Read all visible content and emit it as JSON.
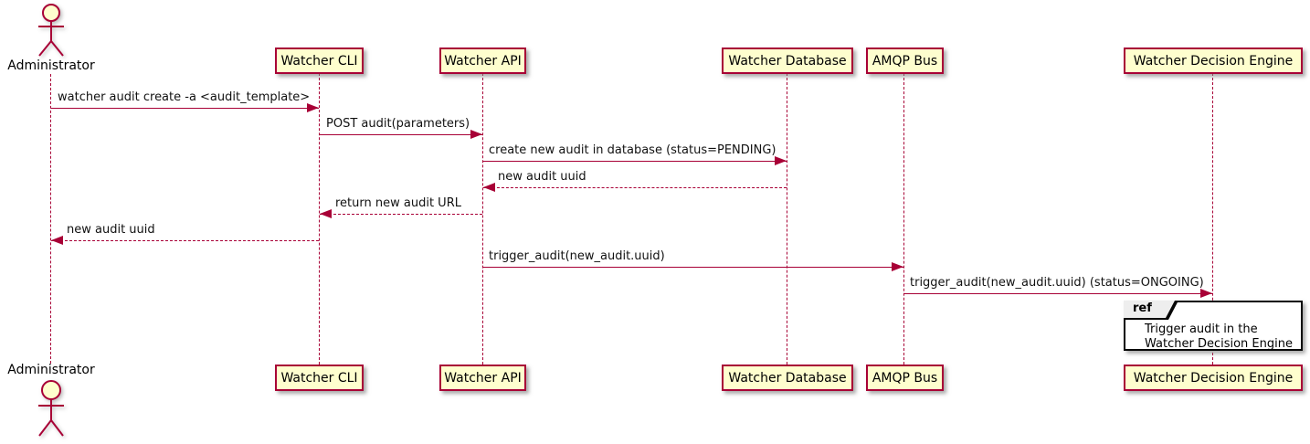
{
  "diagram": {
    "type": "sequence",
    "colors": {
      "participant_fill": "#FEFECE",
      "line_and_border": "#A80036",
      "text": "#000000",
      "ref_tab_fill": "#EEEEEE",
      "ref_border": "#000000",
      "background": "#FFFFFF"
    },
    "actor": {
      "label": "Administrator"
    },
    "participants": [
      {
        "label": "Watcher CLI"
      },
      {
        "label": "Watcher API"
      },
      {
        "label": "Watcher Database"
      },
      {
        "label": "AMQP Bus"
      },
      {
        "label": "Watcher Decision Engine"
      }
    ],
    "messages": [
      {
        "from": "Administrator",
        "to": "Watcher CLI",
        "text": "watcher audit create -a <audit_template>",
        "line": "solid",
        "direction": "right"
      },
      {
        "from": "Watcher CLI",
        "to": "Watcher API",
        "text": "POST audit(parameters)",
        "line": "solid",
        "direction": "right"
      },
      {
        "from": "Watcher API",
        "to": "Watcher Database",
        "text": "create new audit in database (status=PENDING)",
        "line": "solid",
        "direction": "right"
      },
      {
        "from": "Watcher Database",
        "to": "Watcher API",
        "text": "new audit uuid",
        "line": "dashed",
        "direction": "left"
      },
      {
        "from": "Watcher API",
        "to": "Watcher CLI",
        "text": "return new audit URL",
        "line": "dashed",
        "direction": "left"
      },
      {
        "from": "Watcher CLI",
        "to": "Administrator",
        "text": "new audit uuid",
        "line": "dashed",
        "direction": "left"
      },
      {
        "from": "Watcher API",
        "to": "AMQP Bus",
        "text": "trigger_audit(new_audit.uuid)",
        "line": "solid",
        "direction": "right"
      },
      {
        "from": "AMQP Bus",
        "to": "Watcher Decision Engine",
        "text": "trigger_audit(new_audit.uuid) (status=ONGOING)",
        "line": "solid",
        "direction": "right"
      }
    ],
    "ref": {
      "keyword": "ref",
      "lines": [
        "Trigger audit in the",
        "Watcher Decision Engine"
      ]
    }
  }
}
